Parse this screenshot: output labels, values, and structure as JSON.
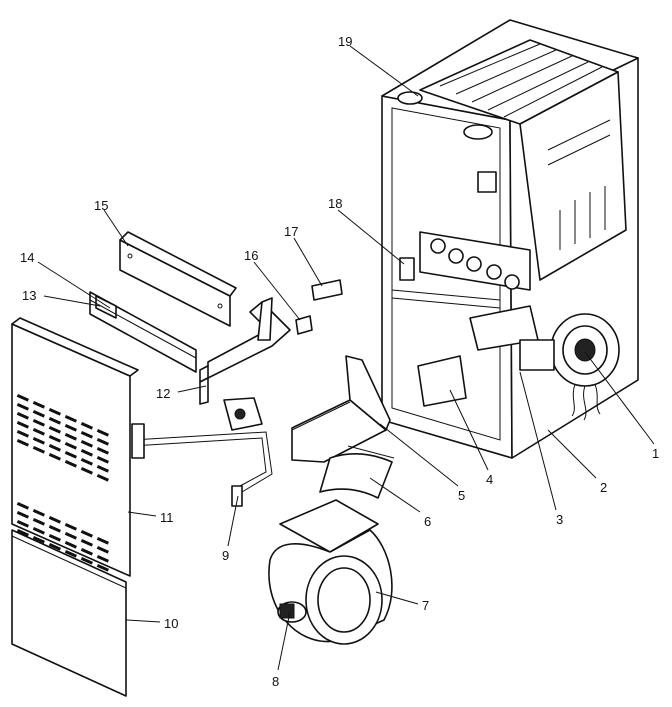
{
  "callouts": [
    "1",
    "2",
    "3",
    "4",
    "5",
    "6",
    "7",
    "8",
    "9",
    "10",
    "11",
    "12",
    "13",
    "14",
    "15",
    "16",
    "17",
    "18",
    "19"
  ],
  "colors": {
    "line": "#111111",
    "background": "#ffffff"
  }
}
